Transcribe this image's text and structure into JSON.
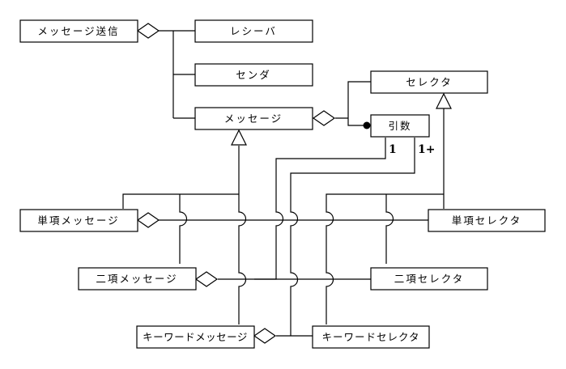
{
  "diagram": {
    "type": "uml-class-diagram",
    "classes": {
      "message_sending": "メッセージ送信",
      "receiver": "レシーバ",
      "sender": "センダ",
      "message": "メッセージ",
      "selector": "セレクタ",
      "argument": "引数",
      "unary_message": "単項メッセージ",
      "unary_selector": "単項セレクタ",
      "binary_message": "二項メッセージ",
      "binary_selector": "二項セレクタ",
      "keyword_message": "キーワードメッセージ",
      "keyword_selector": "キーワードセレクタ"
    },
    "multiplicities": {
      "argument_to_binary": "1",
      "argument_to_keyword": "1+"
    },
    "relations": [
      {
        "from": "メッセージ送信",
        "to": "レシーバ",
        "kind": "aggregation"
      },
      {
        "from": "メッセージ送信",
        "to": "センダ",
        "kind": "aggregation"
      },
      {
        "from": "メッセージ送信",
        "to": "メッセージ",
        "kind": "aggregation"
      },
      {
        "from": "メッセージ",
        "to": "セレクタ",
        "kind": "aggregation"
      },
      {
        "from": "メッセージ",
        "to": "引数",
        "kind": "aggregation-many"
      },
      {
        "from": "単項メッセージ",
        "to": "メッセージ",
        "kind": "generalization"
      },
      {
        "from": "二項メッセージ",
        "to": "メッセージ",
        "kind": "generalization"
      },
      {
        "from": "キーワードメッセージ",
        "to": "メッセージ",
        "kind": "generalization"
      },
      {
        "from": "単項セレクタ",
        "to": "セレクタ",
        "kind": "generalization"
      },
      {
        "from": "二項セレクタ",
        "to": "セレクタ",
        "kind": "generalization"
      },
      {
        "from": "キーワードセレクタ",
        "to": "セレクタ",
        "kind": "generalization"
      },
      {
        "from": "単項メッセージ",
        "to": "単項セレクタ",
        "kind": "aggregation"
      },
      {
        "from": "二項メッセージ",
        "to": "二項セレクタ",
        "kind": "aggregation"
      },
      {
        "from": "二項メッセージ",
        "to": "引数",
        "kind": "aggregation",
        "multiplicity": "1"
      },
      {
        "from": "キーワードメッセージ",
        "to": "キーワードセレクタ",
        "kind": "aggregation"
      },
      {
        "from": "キーワードメッセージ",
        "to": "引数",
        "kind": "aggregation",
        "multiplicity": "1+"
      }
    ]
  }
}
